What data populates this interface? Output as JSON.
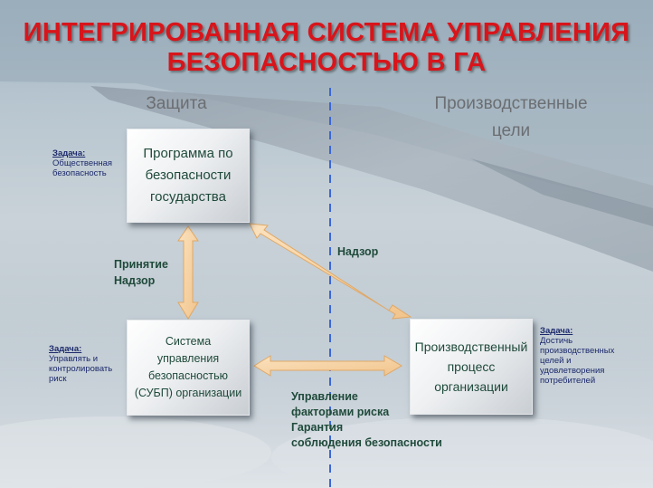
{
  "title": {
    "line1": "ИНТЕГРИРОВАННАЯ СИСТЕМА УПРАВЛЕНИЯ",
    "line2": "БЕЗОПАСНОСТЬЮ В ГА"
  },
  "columns": {
    "left": "Защита",
    "right": "Производственные\nцели"
  },
  "boxes": {
    "state_program": "Программа по\nбезопасности\nгосударства",
    "sms": "Система\nуправления\nбезопасностью\n(СУБП) организации",
    "production": "Производственный\nпроцесс\nорганизации"
  },
  "links": {
    "vertical": "Принятие\nНадзор",
    "diagonal": "Надзор",
    "horizontal": "Управление\nфакторами риска\nГарантия\nсоблюдения безопасности"
  },
  "tasks": {
    "top_left": {
      "heading": "Задача:",
      "text": "Общественная\nбезопасность"
    },
    "bottom_left": {
      "heading": "Задача:",
      "text": "Управлять и\nконтролировать\nриск"
    },
    "right": {
      "heading": "Задача:",
      "text": "Достичь\nпроизводственных\nцелей и\nудовлетворения\nпотребителей"
    }
  },
  "colors": {
    "title": "#d8151b",
    "box_text": "#1f4a3a",
    "task_text": "#1c2a6b",
    "arrow_fill": "#f6d3a4",
    "divider": "#3b67d6"
  }
}
